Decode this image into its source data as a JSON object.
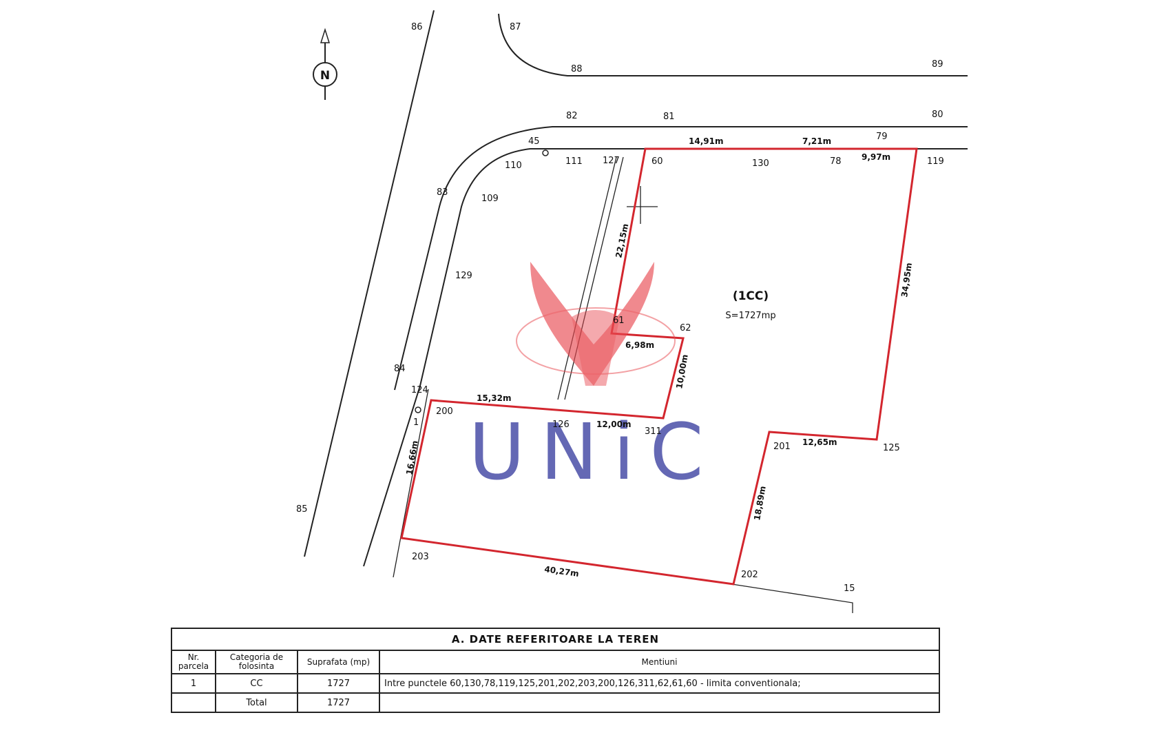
{
  "north_label": "N",
  "points": {
    "p86": "86",
    "p87": "87",
    "p88": "88",
    "p89": "89",
    "p82": "82",
    "p81": "81",
    "p80": "80",
    "p45": "45",
    "p79": "79",
    "p110": "110",
    "p111": "111",
    "p127": "127",
    "p60": "60",
    "p130": "130",
    "p78": "78",
    "p119": "119",
    "p83": "83",
    "p109": "109",
    "p129": "129",
    "p84": "84",
    "p124": "124",
    "p1": "1",
    "p200": "200",
    "p126": "126",
    "p311": "311",
    "p61": "61",
    "p62": "62",
    "p201": "201",
    "p125": "125",
    "p85": "85",
    "p203": "203",
    "p202": "202",
    "p15": "15"
  },
  "dimensions": {
    "d1491": "14,91m",
    "d721": "7,21m",
    "d997": "9,97m",
    "d2215": "22,15m",
    "d3495": "34,95m",
    "d698": "6,98m",
    "d1000": "10,00m",
    "d1532": "15,32m",
    "d1200": "12,00m",
    "d1265": "12,65m",
    "d1666": "16,66m",
    "d1889": "18,89m",
    "d4027": "40,27m"
  },
  "parcel": {
    "name": "(1CC)",
    "area": "S=1727mp"
  },
  "watermark": {
    "text": "UNiC",
    "colors": {
      "phoenix": "#e8474f",
      "text": "#4a4ea8"
    }
  },
  "table": {
    "title": "A. DATE REFERITOARE LA TEREN",
    "headers": [
      "Nr. parcela",
      "Categoria de folosinta",
      "Suprafata (mp)",
      "Mentiuni"
    ],
    "rows": [
      [
        "1",
        "CC",
        "1727",
        "Intre punctele 60,130,78,119,125,201,202,203,200,126,311,62,61,60 - limita conventionala;"
      ],
      [
        "",
        "Total",
        "1727",
        ""
      ]
    ]
  },
  "colors": {
    "parcel_boundary": "#d3262e",
    "linework": "#222222"
  }
}
